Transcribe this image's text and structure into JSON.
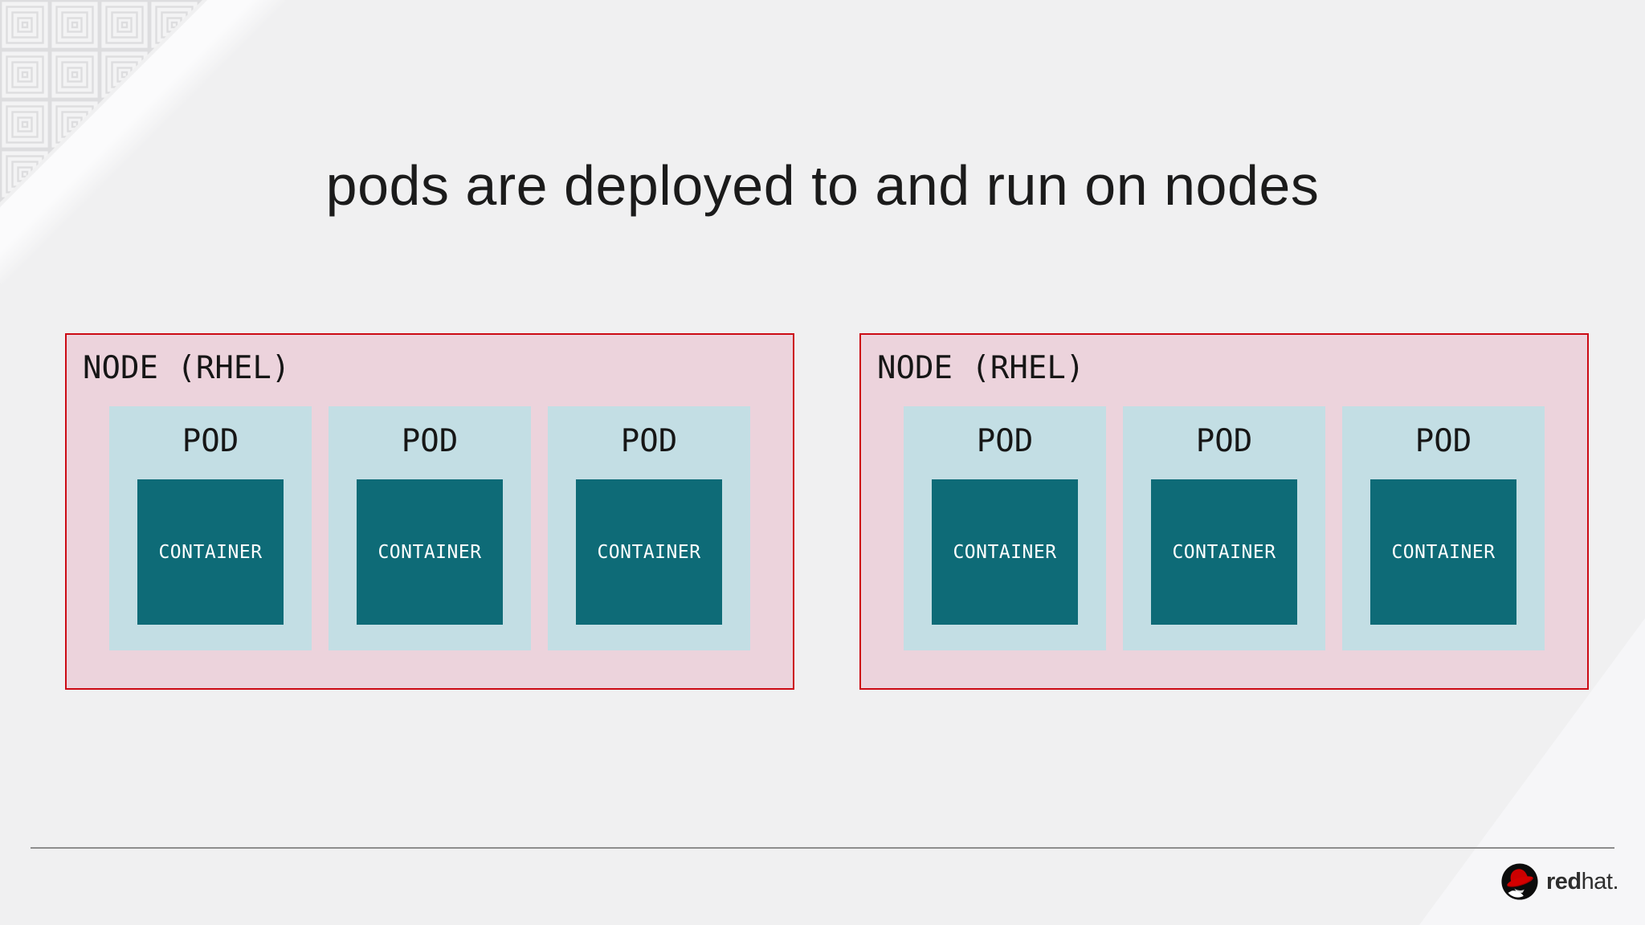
{
  "slide": {
    "title": "pods are deployed to and run on nodes"
  },
  "nodes": [
    {
      "label": "NODE (RHEL)",
      "pods": [
        {
          "label": "POD",
          "container_label": "CONTAINER"
        },
        {
          "label": "POD",
          "container_label": "CONTAINER"
        },
        {
          "label": "POD",
          "container_label": "CONTAINER"
        }
      ]
    },
    {
      "label": "NODE (RHEL)",
      "pods": [
        {
          "label": "POD",
          "container_label": "CONTAINER"
        },
        {
          "label": "POD",
          "container_label": "CONTAINER"
        },
        {
          "label": "POD",
          "container_label": "CONTAINER"
        }
      ]
    }
  ],
  "brand": {
    "bold": "red",
    "regular": "hat",
    "period": "."
  },
  "colors": {
    "background": "#f0f0f1",
    "title_text": "#1b1b1b",
    "label_text": "#161616",
    "node_fill": "#ecd3dc",
    "node_border": "#cc0a14",
    "pod_fill": "#c3dee4",
    "container_fill": "#0e6b77",
    "container_text": "#ffffff",
    "footer_line": "#8d8d8d",
    "brand_red": "#cc0000",
    "brand_text": "#2e2e2e",
    "corner_light": "#f6f6f8"
  }
}
